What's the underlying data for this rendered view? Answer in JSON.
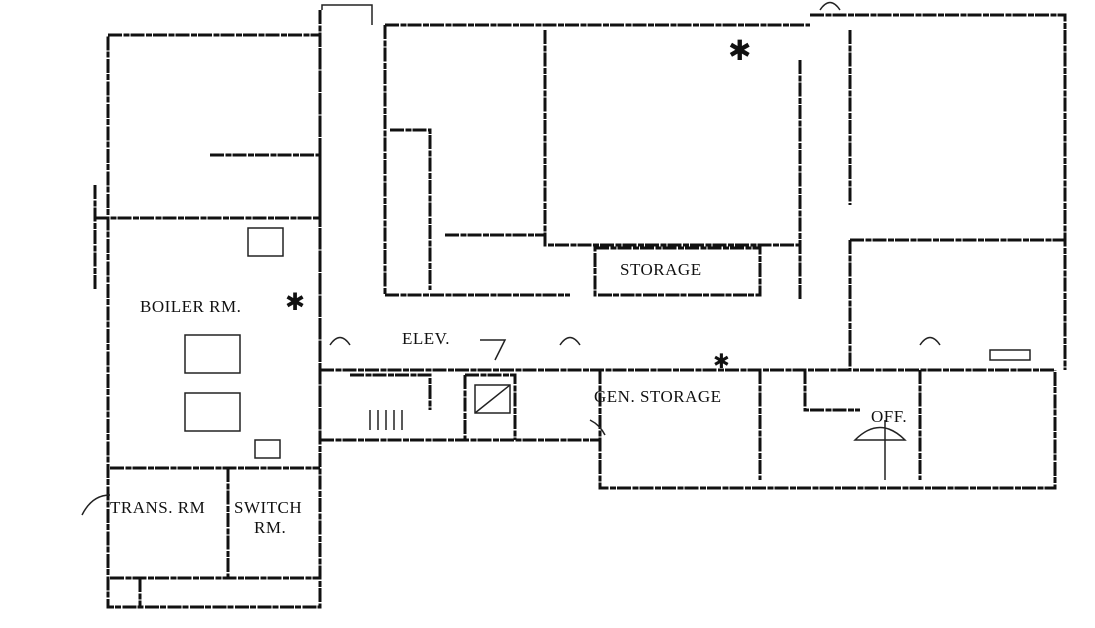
{
  "title": "Floor plan",
  "rooms": {
    "boiler": "BOILER RM.",
    "elevator": "ELEV.",
    "storage": "STORAGE",
    "gen_storage": "GEN. STORAGE",
    "office": "OFF.",
    "transformer": "TRANS. RM",
    "switch_line1": "SWITCH",
    "switch_line2": "RM."
  },
  "colors": {
    "line": "#111111",
    "background": "#ffffff"
  }
}
